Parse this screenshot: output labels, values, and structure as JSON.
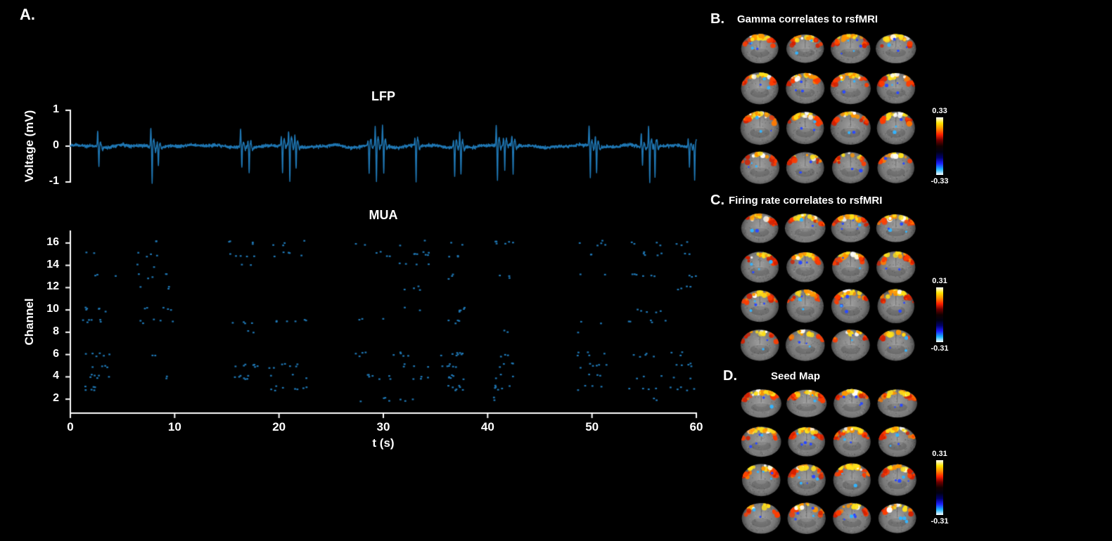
{
  "figure": {
    "background": "#000000",
    "text_color": "#ffffff"
  },
  "panels": {
    "a": {
      "label": "A."
    },
    "b": {
      "label": "B.",
      "title": "Gamma correlates to rsfMRI",
      "grid": {
        "rows": 4,
        "cols": 4
      },
      "colorbar": {
        "max": "0.33",
        "min": "-0.33"
      }
    },
    "c": {
      "label": "C.",
      "title": "Firing rate correlates to rsfMRI",
      "grid": {
        "rows": 4,
        "cols": 4
      },
      "colorbar": {
        "max": "0.31",
        "min": "-0.31"
      }
    },
    "d": {
      "label": "D.",
      "title": "Seed Map",
      "grid": {
        "rows": 4,
        "cols": 4
      },
      "colorbar": {
        "max": "0.31",
        "min": "-0.31"
      }
    }
  },
  "colorbar_stops": [
    "#ffffff",
    "#ffe600",
    "#ff8c00",
    "#ff1e00",
    "#6e0000",
    "#120000",
    "#000012",
    "#00006e",
    "#1e1eff",
    "#19b3ff",
    "#ffffff"
  ],
  "chart_data": [
    {
      "id": "lfp",
      "type": "line",
      "title": "LFP",
      "xlabel": "t (s)",
      "ylabel": "Voltage (mV)",
      "xlim": [
        0,
        60
      ],
      "ylim": [
        -1,
        1
      ],
      "xticks": [
        0,
        10,
        20,
        30,
        40,
        50,
        60
      ],
      "yticks": [
        1,
        0,
        -1
      ],
      "grid": false,
      "line_color": "#1f77b4",
      "description": "Local field potential trace with recurring burst discharges; sharp negative deflections to ~-1 mV with positive rebounds up to ~0.6 mV",
      "burst_times_s": [
        2.6,
        7.7,
        8.3,
        16.3,
        17.0,
        20.2,
        20.9,
        21.5,
        28.5,
        29.2,
        29.9,
        33.0,
        36.7,
        37.3,
        40.8,
        41.5,
        42.3,
        49.7,
        50.3,
        54.7,
        55.4,
        55.9,
        59.2,
        59.7
      ],
      "burst_peak_mV": {
        "negative": -1.0,
        "positive": 0.6
      }
    },
    {
      "id": "mua",
      "type": "scatter",
      "title": "MUA",
      "xlabel": "t (s)",
      "ylabel": "Channel",
      "xlim": [
        0,
        60
      ],
      "ylim": [
        1,
        17
      ],
      "xticks": [
        0,
        10,
        20,
        30,
        40,
        50,
        60
      ],
      "yticks": [
        2,
        4,
        6,
        8,
        10,
        12,
        14,
        16
      ],
      "marker_color": "#1f77b4",
      "description": "Multi-unit activity raster; spikes cluster at burst times across channels",
      "burst_centers_s": [
        2.6,
        8.0,
        16.6,
        20.8,
        29.2,
        33.0,
        37.0,
        41.5,
        50.0,
        55.3,
        59.5
      ],
      "channel_activity": {
        "2": 0.25,
        "3": 0.8,
        "4": 0.85,
        "5": 0.8,
        "6": 0.85,
        "8": 0.1,
        "9": 0.6,
        "10": 0.6,
        "12": 0.3,
        "13": 0.5,
        "14": 0.35,
        "15": 0.8,
        "16": 0.9
      }
    }
  ]
}
